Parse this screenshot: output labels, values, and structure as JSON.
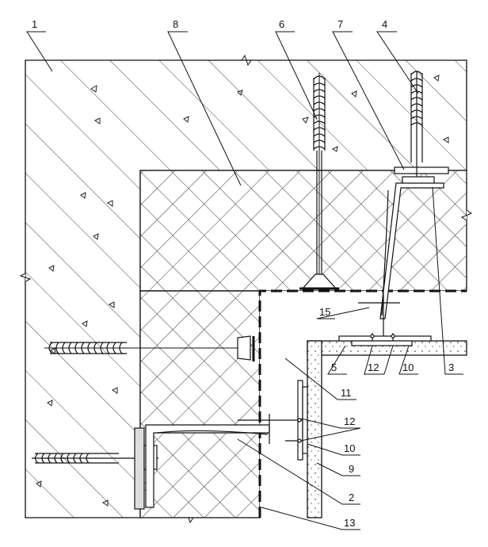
{
  "callouts": [
    {
      "id": "c1",
      "text": "1"
    },
    {
      "id": "c8",
      "text": "8"
    },
    {
      "id": "c6",
      "text": "6"
    },
    {
      "id": "c7",
      "text": "7"
    },
    {
      "id": "c4",
      "text": "4"
    },
    {
      "id": "c15",
      "text": "15"
    },
    {
      "id": "c5",
      "text": "5"
    },
    {
      "id": "c12a",
      "text": "12"
    },
    {
      "id": "c10a",
      "text": "10"
    },
    {
      "id": "c3",
      "text": "3"
    },
    {
      "id": "c11",
      "text": "11"
    },
    {
      "id": "c12b",
      "text": "12"
    },
    {
      "id": "c10b",
      "text": "10"
    },
    {
      "id": "c9",
      "text": "9"
    },
    {
      "id": "c2",
      "text": "2"
    },
    {
      "id": "c13",
      "text": "13"
    }
  ],
  "colors": {
    "line": "#111111",
    "insulation_hatch": "#333333",
    "concrete_hatch": "#444444",
    "background": "#ffffff"
  }
}
